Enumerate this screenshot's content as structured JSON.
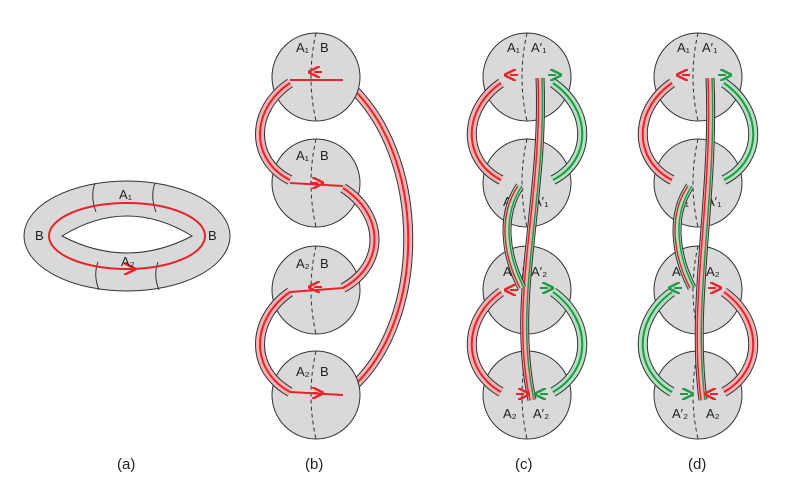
{
  "panels": [
    {
      "caption": "(a)",
      "labels": {
        "top": "A₁",
        "bottom": "A₂",
        "left": "B",
        "right": "B"
      }
    },
    {
      "caption": "(b)",
      "balls": [
        {
          "left": "A₁",
          "right": "B"
        },
        {
          "left": "A₁",
          "right": "B"
        },
        {
          "left": "A₂",
          "right": "B"
        },
        {
          "left": "A₂",
          "right": "B"
        }
      ]
    },
    {
      "caption": "(c)",
      "balls": [
        {
          "left": "A₁",
          "right": "A′₁"
        },
        {
          "left": "A₁",
          "right": "A′₁"
        },
        {
          "left": "A₂",
          "right": "A′₂"
        },
        {
          "left": "A₂",
          "right": "A′₂"
        }
      ]
    },
    {
      "caption": "(d)",
      "balls": [
        {
          "left": "A₁",
          "right": "A′₁"
        },
        {
          "left": "A₁",
          "right": "A′₁"
        },
        {
          "left": "A′₂",
          "right": "A₂"
        },
        {
          "left": "A′₂",
          "right": "A₂"
        }
      ]
    }
  ],
  "colors": {
    "fill": "#d9d9d9",
    "stroke": "#333333",
    "red": "#e8232a",
    "green": "#1f9a46",
    "tube_red": "#f4b3b5",
    "tube_green": "#b3e0c0"
  }
}
